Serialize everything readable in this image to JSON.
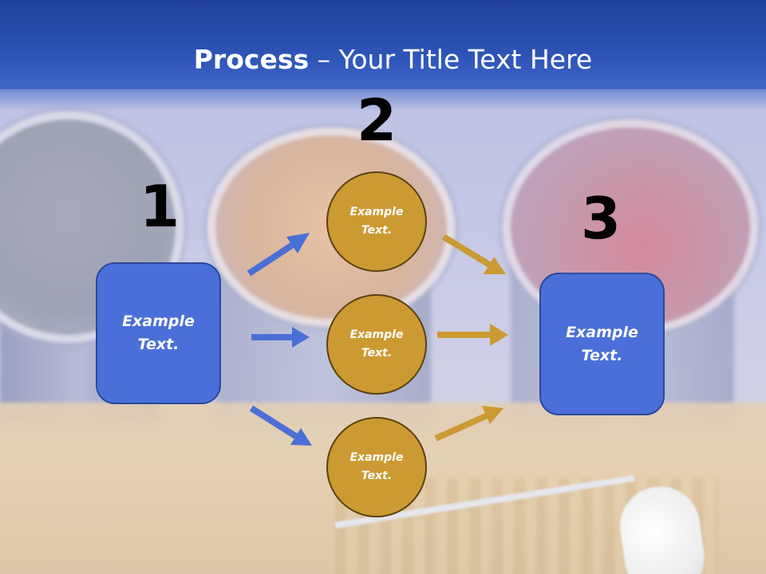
{
  "title": {
    "bold": "Process",
    "rest": " – Your Title Text Here"
  },
  "steps": {
    "one": "1",
    "two": "2",
    "three": "3"
  },
  "left_box": {
    "text": "Example Text."
  },
  "circles": [
    {
      "text": "Example Text."
    },
    {
      "text": "Example Text."
    },
    {
      "text": "Example Text."
    }
  ],
  "right_box": {
    "text": "Example Text."
  },
  "colors": {
    "box_fill": "#4b6fd8",
    "circle_fill": "#cc9a33",
    "blue_arrow": "#4a6fd6",
    "gold_arrow": "#cc9a33",
    "header": "#2e55b8"
  }
}
